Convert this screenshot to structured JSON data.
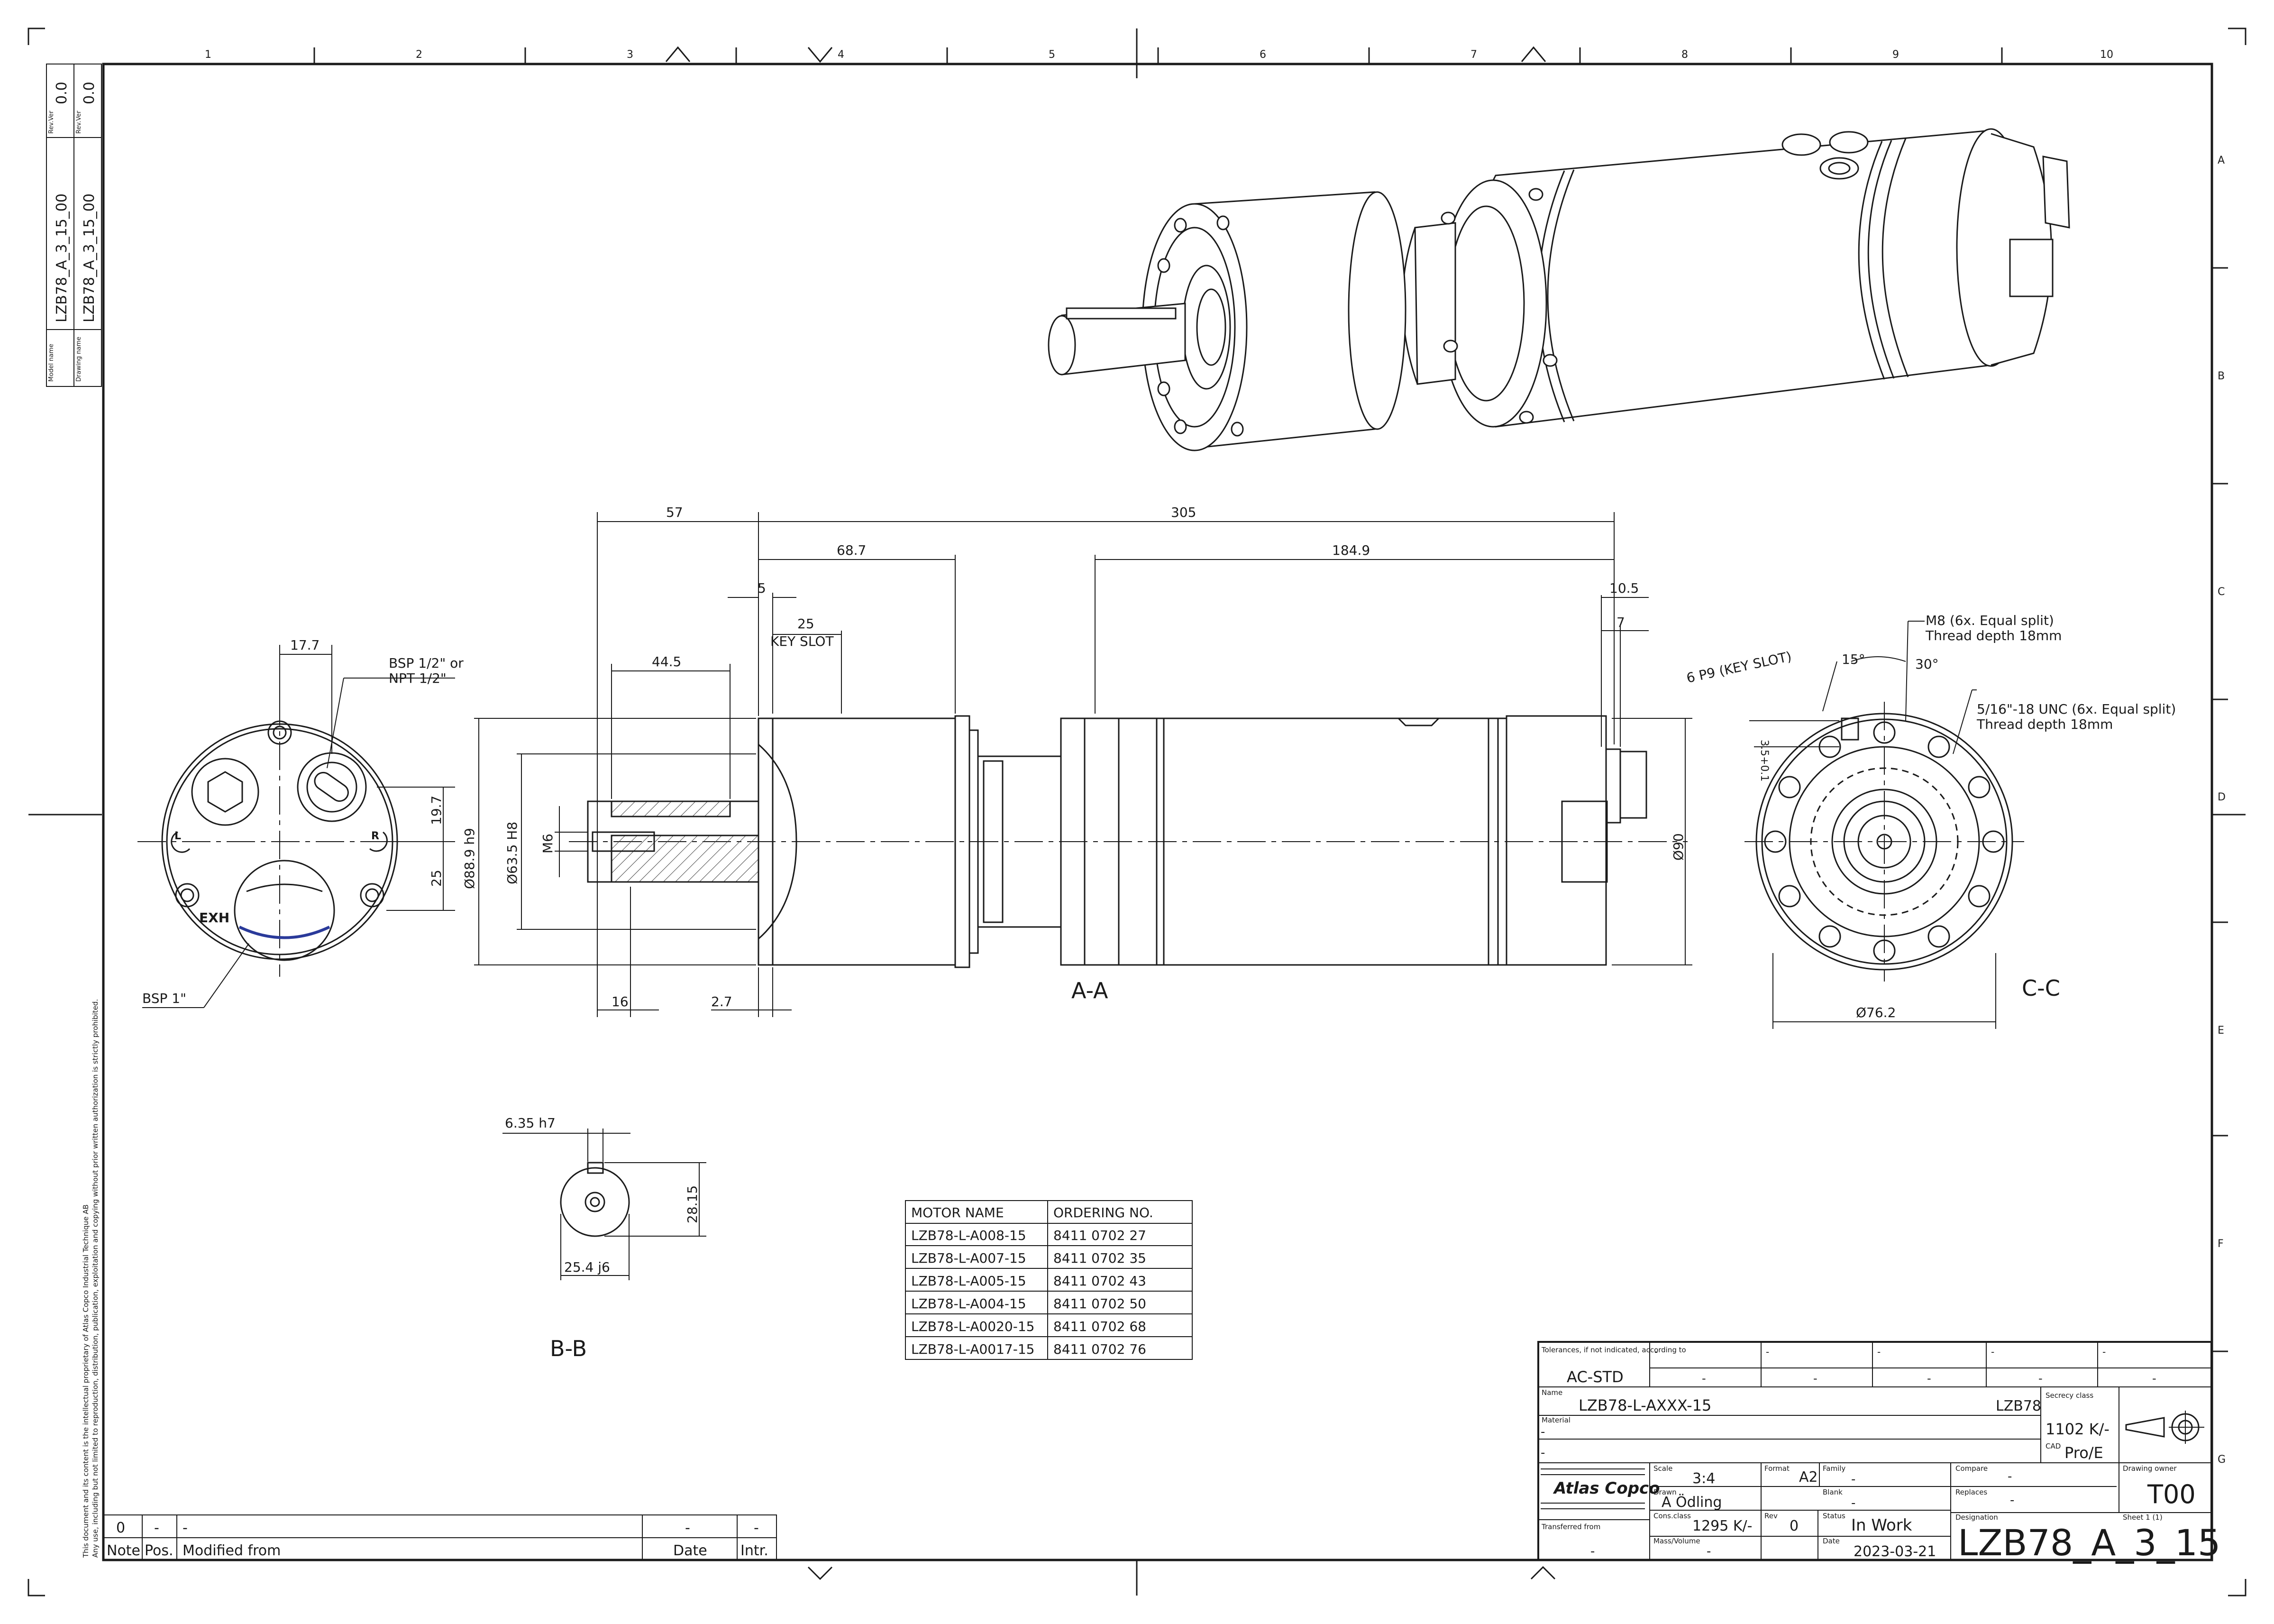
{
  "grid": {
    "columns": [
      "1",
      "2",
      "3",
      "4",
      "5",
      "6",
      "7",
      "8",
      "9",
      "10"
    ],
    "rows": [
      "A",
      "B",
      "C",
      "D",
      "E",
      "F",
      "G"
    ]
  },
  "side_panel": {
    "model_label": "Model name",
    "model_value": "LZB78_A_3_15_00",
    "drawing_label": "Drawing name",
    "drawing_value": "LZB78_A_3_15_00",
    "rev_label": "Rev.Ver",
    "rev_value_1": "0.0",
    "rev_value_2": "0.0",
    "copyright_1": "This document and its content is the intellectual proprietary of Atlas Copco Industrial Technique AB",
    "copyright_2": "Any use, including but not limited to reproduction, distribution, publication, exploitation and copying without prior written authorization is strictly prohibited."
  },
  "views": {
    "section_aa": "A-A",
    "section_bb": "B-B",
    "section_cc": "C-C"
  },
  "dims_end": {
    "d17_7": "17.7",
    "bsp_half_1": "BSP 1/2\" or",
    "bsp_half_2": "NPT 1/2\"",
    "d19_7": "19.7",
    "d25": "25",
    "bsp1": "BSP 1\"",
    "exh": "EXH",
    "left_mark": "L",
    "right_mark": "R"
  },
  "dims_section": {
    "d57": "57",
    "d305": "305",
    "d68_7": "68.7",
    "d184_9": "184.9",
    "d5": "5",
    "d25": "25",
    "key_slot": "KEY SLOT",
    "d10_5": "10.5",
    "d7": "7",
    "d44_5": "44.5",
    "d88_9": "Ø88.9 h9",
    "d63_5": "Ø63.5 H8",
    "m6": "M6",
    "d90": "Ø90",
    "d16": "16",
    "d2_7": "2.7"
  },
  "dims_cc": {
    "m8_1": "M8 (6x. Equal split)",
    "m8_2": "Thread depth 18mm",
    "keyslot": "6 P9 (KEY SLOT)",
    "a15": "15°",
    "a30": "30°",
    "unc_1": "5/16\"-18 UNC (6x. Equal split)",
    "unc_2": "Thread depth 18mm",
    "depth": "3.5+0.1",
    "d76_2": "Ø76.2"
  },
  "dims_bb": {
    "h7": "6.35 h7",
    "d28_15": "28.15",
    "j6": "25.4 j6"
  },
  "order_table": {
    "headers": [
      "MOTOR NAME",
      "ORDERING NO."
    ],
    "rows": [
      [
        "LZB78-L-A008-15",
        "8411 0702 27"
      ],
      [
        "LZB78-L-A007-15",
        "8411 0702 35"
      ],
      [
        "LZB78-L-A005-15",
        "8411 0702 43"
      ],
      [
        "LZB78-L-A004-15",
        "8411 0702 50"
      ],
      [
        "LZB78-L-A0020-15",
        "8411 0702 68"
      ],
      [
        "LZB78-L-A0017-15",
        "8411 0702 76"
      ]
    ]
  },
  "revision_block": {
    "row_values": [
      "0",
      "-",
      "-",
      "-",
      "-"
    ],
    "headers": [
      "Note",
      "Pos.",
      "Modified from",
      "Date",
      "Intr."
    ]
  },
  "title_block": {
    "tolerances_label": "Tolerances, if not indicated, according to",
    "tolerances_value": "AC-STD",
    "dash": "-",
    "name_label": "Name",
    "name_value": "LZB78-L-AXXX-15",
    "name_code": "LZB78",
    "secrecy_label": "Secrecy class",
    "secrecy_value": "1102 K/-",
    "material_label": "Material",
    "cad_label": "CAD",
    "cad_value": "Pro/E",
    "scale_label": "Scale",
    "scale_value": "3:4",
    "format_label": "Format",
    "format_value": "A2",
    "family_label": "Family",
    "compare_label": "Compare",
    "drawing_owner_label": "Drawing owner",
    "drawing_owner_value": "T00",
    "logo_text": "Atlas Copco",
    "drawn_label": "Drawn",
    "drawn_value": "A Ödling",
    "blank_label": "Blank",
    "replaces_label": "Replaces",
    "cons_label": "Cons.class",
    "cons_value": "1295 K/-",
    "rev_label": "Rev",
    "rev_value": "0",
    "status_label": "Status",
    "status_value": "In Work",
    "designation_label": "Designation",
    "designation_value": "LZB78_A_3_15",
    "sheet_label": "Sheet 1 (1)",
    "transferred_label": "Transferred from",
    "mass_label": "Mass/Volume",
    "date_label": "Date",
    "date_value": "2023-03-21"
  },
  "colors": {
    "line": "#1a1a1a",
    "hatch": "#444444",
    "accent_blue": "#2a3a9a"
  }
}
